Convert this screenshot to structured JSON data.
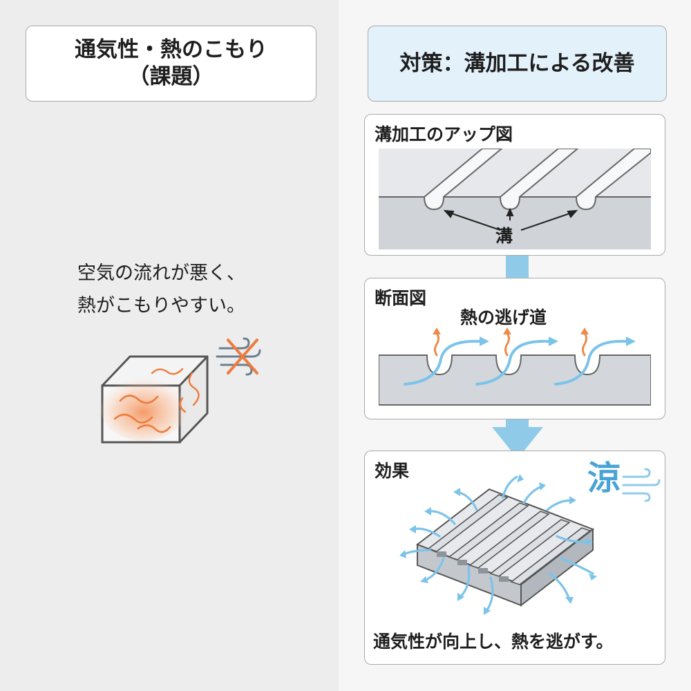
{
  "left": {
    "title_line1": "通気性・熱のこもり",
    "title_line2": "（課題）",
    "description_line1": "空気の流れが悪く、",
    "description_line2": "熱がこもりやすい。"
  },
  "right": {
    "title": "対策：溝加工による改善",
    "closeup": {
      "label": "溝加工のアップ図",
      "groove_label": "溝"
    },
    "section": {
      "label": "断面図",
      "heat_path_label": "熱の逃げ道"
    },
    "effect": {
      "label": "効果",
      "cool_char": "涼",
      "conclusion": "通気性が向上し、熱を逃がす。"
    }
  },
  "colors": {
    "heat": "#ee8a4a",
    "air": "#7cc3ea",
    "surface": "#d3d6da",
    "accent_title_bg": "#e3f1fb"
  },
  "icons": [
    "no-airflow-icon",
    "heat-box-icon",
    "cool-wind-icon"
  ]
}
